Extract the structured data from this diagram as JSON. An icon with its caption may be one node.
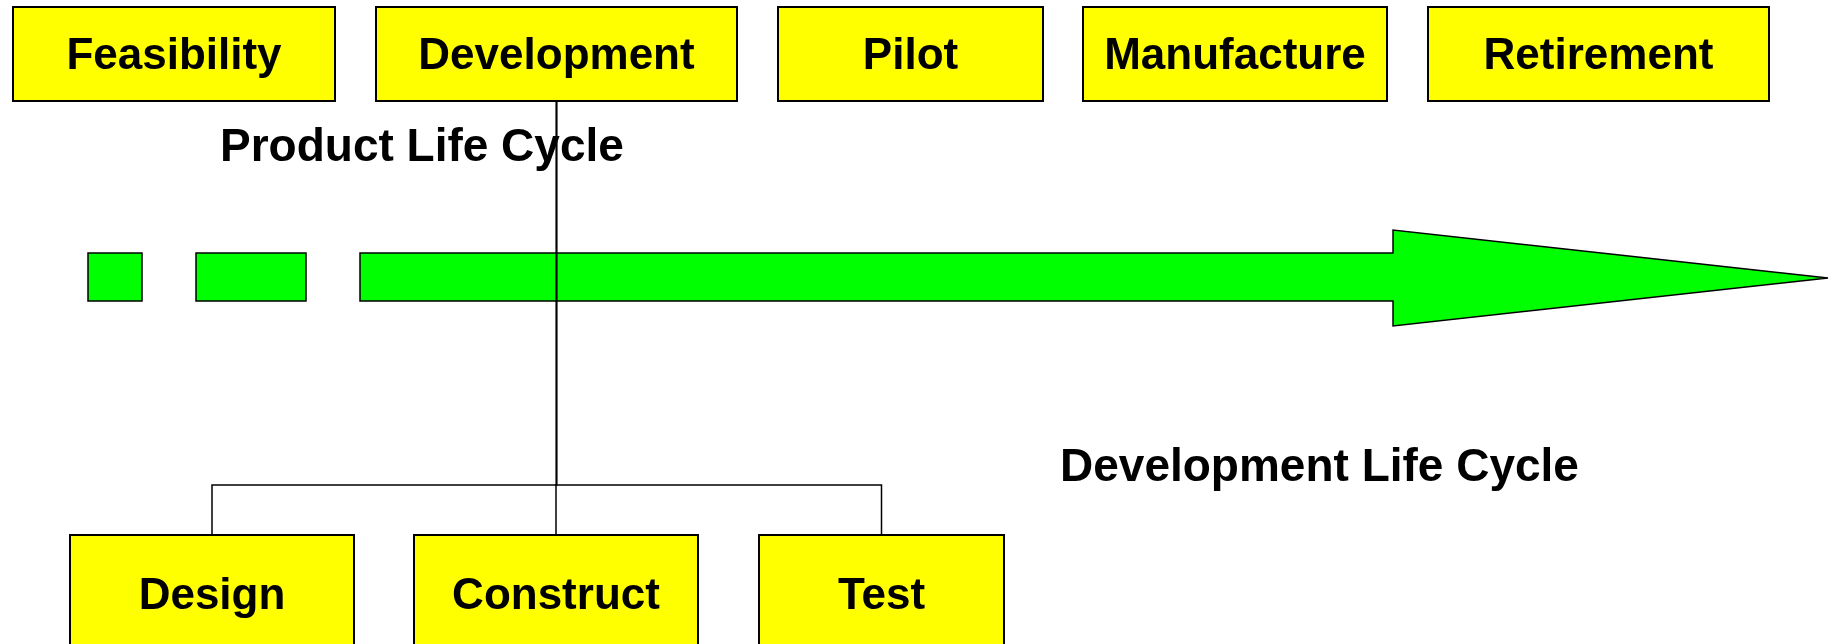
{
  "diagram": {
    "nodes": [
      {
        "text": [
          "Feasibility"
        ]
      },
      {
        "text": [
          "Development"
        ]
      },
      {
        "text": [
          "Pilot"
        ]
      },
      {
        "text": [
          "Manufacture"
        ]
      },
      {
        "text": [
          "Retirement"
        ]
      },
      {
        "text": [
          "Design"
        ]
      },
      {
        "text": [
          "Construct"
        ]
      },
      {
        "text": [
          "Test"
        ]
      }
    ],
    "edges": [
      {
        "from": 1,
        "to": 5,
        "arrow": "none"
      },
      {
        "from": 1,
        "to": 6,
        "arrow": "none"
      },
      {
        "from": 1,
        "to": 7,
        "arrow": "none"
      }
    ],
    "labels": [
      "Product Life Cycle",
      "Development Life Cycle"
    ]
  }
}
